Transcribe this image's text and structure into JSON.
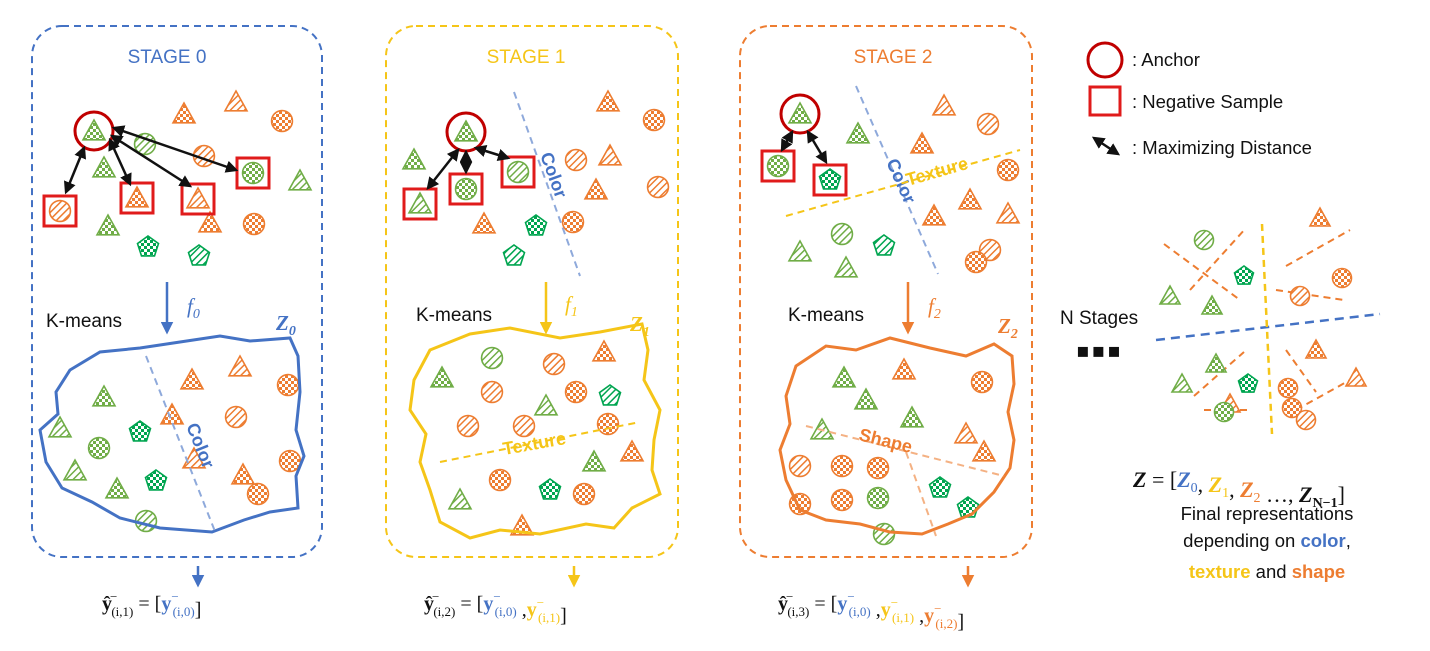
{
  "stages": [
    {
      "title": "STAGE 0",
      "kmeans": "K-means",
      "func": "f",
      "func_sub": "0",
      "z": "Z",
      "z_sub": "0",
      "divider_labels": [
        "Color"
      ]
    },
    {
      "title": "STAGE 1",
      "kmeans": "K-means",
      "func": "f",
      "func_sub": "1",
      "z": "Z",
      "z_sub": "1",
      "divider_labels": [
        "Color",
        "Texture"
      ]
    },
    {
      "title": "STAGE 2",
      "kmeans": "K-means",
      "func": "f",
      "func_sub": "2",
      "z": "Z",
      "z_sub": "2",
      "divider_labels": [
        "Color",
        "Texture",
        "Shape"
      ]
    }
  ],
  "legend": {
    "anchor": ": Anchor",
    "negative": ": Negative Sample",
    "distance": ": Maximizing Distance"
  },
  "nstages": {
    "label": "N Stages",
    "dots": "▪▪▪"
  },
  "formulas": [
    {
      "lhs": "ŷ",
      "lhs_sup": "−",
      "lhs_sub": "(i,1)",
      "eq": " = [",
      "terms": [
        {
          "base": "y",
          "sup": "−",
          "sub": "(i,0)"
        }
      ],
      "end": "]"
    },
    {
      "lhs": "ŷ",
      "lhs_sup": "−",
      "lhs_sub": "(i,2)",
      "eq": " = [",
      "terms": [
        {
          "base": "y",
          "sup": "−",
          "sub": "(i,0)"
        },
        {
          "base": "y",
          "sup": "−",
          "sub": "(i,1)"
        }
      ],
      "end": "]"
    },
    {
      "lhs": "ŷ",
      "lhs_sup": "−",
      "lhs_sub": "(i,3)",
      "eq": " = [",
      "terms": [
        {
          "base": "y",
          "sup": "−",
          "sub": "(i,0)"
        },
        {
          "base": "y",
          "sup": "−",
          "sub": "(i,1)"
        },
        {
          "base": "y",
          "sup": "−",
          "sub": "(i,2)"
        }
      ],
      "end": "]"
    }
  ],
  "final": {
    "z_expr": {
      "lhs": "Z",
      "eq": " = [",
      "terms": [
        {
          "base": "Z",
          "sub": "0"
        },
        {
          "base": "Z",
          "sub": "1"
        },
        {
          "base": "Z",
          "sub": "2"
        }
      ],
      "ellipsis": " …, ",
      "last": {
        "base": "Z",
        "sub": "N−1"
      },
      "end": "]"
    },
    "caption_line1": "Final representations",
    "caption_line2_prefix": "depending on ",
    "caption_color": "color",
    "caption_line2_suffix": ",",
    "caption_texture": "texture",
    "caption_and": " and ",
    "caption_shape": "shape"
  },
  "colors": {
    "blue": "#4472c4",
    "yellow": "#f5c518",
    "orange": "#ed7d31",
    "green": "#70ad47",
    "teal_green": "#00a550",
    "red": "#c00000",
    "box_red": "#e01b1b",
    "light_blue": "#8ea9db",
    "light_orange": "#f4b183",
    "dark": "#111111"
  },
  "icons": {
    "anchor": "anchor-circle-icon",
    "negative": "negative-square-icon",
    "distance": "double-arrow-icon",
    "shapes": [
      "triangle",
      "circle",
      "pentagon"
    ],
    "patterns": [
      "stripes",
      "checker",
      "half-check"
    ]
  }
}
